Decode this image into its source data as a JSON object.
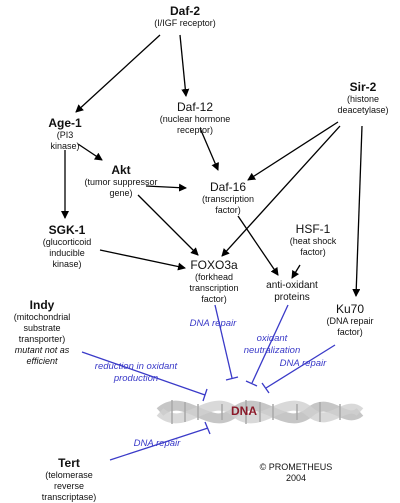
{
  "nodes": {
    "daf2": {
      "name": "Daf-2",
      "desc": "(I/IGF receptor)"
    },
    "age1": {
      "name": "Age-1",
      "desc": [
        "(PI3",
        "kinase)"
      ]
    },
    "daf12": {
      "name": "Daf-12",
      "desc": [
        "(nuclear hormone",
        "receptor)"
      ]
    },
    "sir2": {
      "name": "Sir-2",
      "desc": [
        "(histone",
        "deacetylase)"
      ]
    },
    "akt": {
      "name": "Akt",
      "desc": [
        "(tumor suppressor",
        "gene)"
      ]
    },
    "daf16": {
      "name": "Daf-16",
      "desc": [
        "(transcription",
        "factor)"
      ]
    },
    "sgk1": {
      "name": "SGK-1",
      "desc": [
        "(glucorticoid",
        "inducible",
        "kinase)"
      ]
    },
    "hsf1": {
      "name": "HSF-1",
      "desc": [
        "(heat shock",
        "factor)"
      ]
    },
    "foxo3a": {
      "name": "FOXO3a",
      "desc": [
        "(forkhead",
        "transcription",
        "factor)"
      ]
    },
    "antioxidant": {
      "name": [
        "anti-oxidant",
        "proteins"
      ]
    },
    "indy": {
      "name": "Indy",
      "desc": [
        "(mitochondrial",
        "substrate",
        "transporter)"
      ],
      "note": [
        "mutant not as",
        "efficient"
      ]
    },
    "ku70": {
      "name": "Ku70",
      "desc": [
        "(DNA repair",
        "factor)"
      ]
    },
    "tert": {
      "name": "Tert",
      "desc": [
        "(telomerase",
        "reverse",
        "transcriptase)"
      ]
    },
    "dna": {
      "name": "DNA"
    }
  },
  "process_labels": {
    "dna_repair_foxo": "DNA repair",
    "oxidant_neutralization": [
      "oxidant",
      "neutralization"
    ],
    "reduction_oxidant": [
      "reduction in oxidant",
      "production"
    ],
    "dna_repair_ku70": "DNA repair",
    "dna_repair_tert": "DNA repair"
  },
  "copyright": [
    "© PROMETHEUS",
    "2004"
  ],
  "colors": {
    "arrow": "#000000",
    "inhibit": "#3a3ac8",
    "dna_text": "#8b1a2a",
    "dna_helix": "#c8c8c8"
  }
}
